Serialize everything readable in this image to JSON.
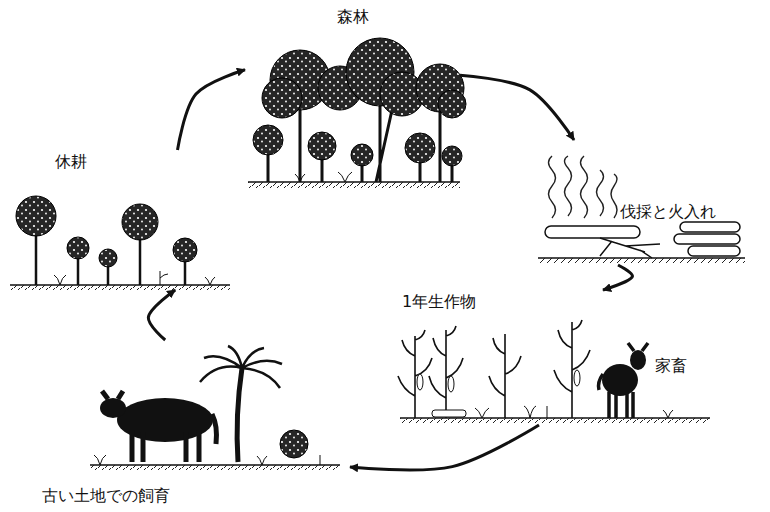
{
  "diagram": {
    "nodes": [
      {
        "text": [
          "森林"
        ]
      },
      {
        "text": [
          "伐採と火入れ"
        ]
      },
      {
        "text": [
          "1年生作物",
          "家畜"
        ]
      },
      {
        "text": [
          "古い土地での飼育"
        ]
      },
      {
        "text": [
          "休耕"
        ]
      }
    ],
    "edges": [
      {
        "from": 0,
        "to": 1,
        "arrow": "to"
      },
      {
        "from": 1,
        "to": 2,
        "arrow": "to"
      },
      {
        "from": 2,
        "to": 3,
        "arrow": "to"
      },
      {
        "from": 3,
        "to": 4,
        "arrow": "to"
      },
      {
        "from": 4,
        "to": 0,
        "arrow": "to"
      }
    ]
  }
}
